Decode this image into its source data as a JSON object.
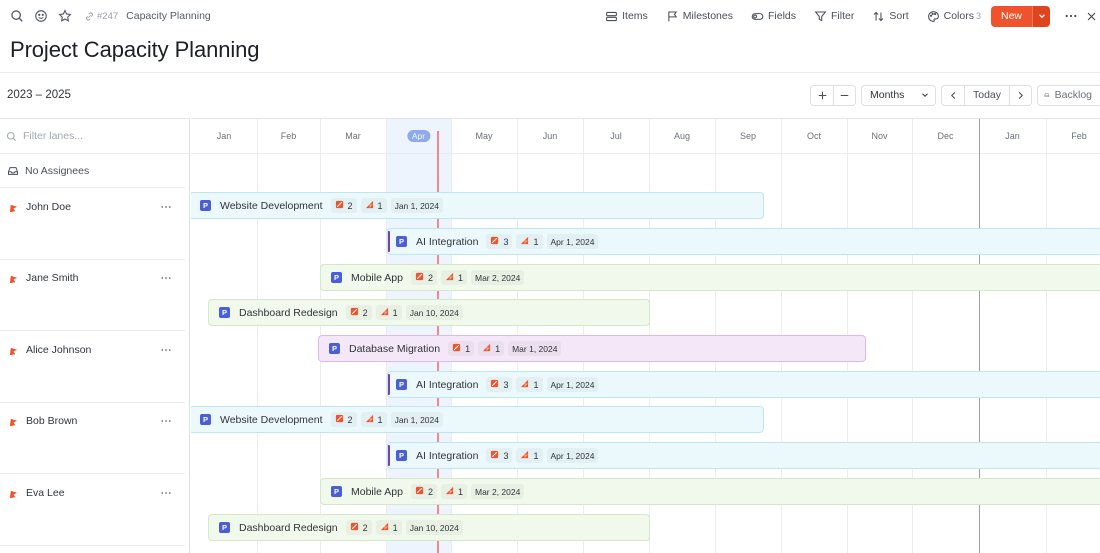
{
  "toolbar": {
    "item_id": "#247",
    "breadcrumb": "Capacity Planning",
    "items_label": "Items",
    "milestones_label": "Milestones",
    "fields_label": "Fields",
    "filter_label": "Filter",
    "sort_label": "Sort",
    "colors_label": "Colors",
    "colors_count": "3",
    "new_label": "New"
  },
  "page": {
    "title": "Project Capacity Planning"
  },
  "subbar": {
    "range": "2023 – 2025",
    "scale": "Months",
    "today_label": "Today",
    "backlog_label": "Backlog"
  },
  "lanes": {
    "filter_placeholder": "Filter lanes...",
    "no_assignees": "No Assignees",
    "people": [
      "John Doe",
      "Jane Smith",
      "Alice Johnson",
      "Bob Brown",
      "Eva Lee"
    ]
  },
  "timeline": {
    "months": [
      "Jan",
      "Feb",
      "Mar",
      "Apr",
      "May",
      "Jun",
      "Jul",
      "Aug",
      "Sep",
      "Oct",
      "Nov",
      "Dec",
      "Jan",
      "Feb"
    ],
    "current_month_index": 3
  },
  "bars": [
    {
      "name": "Website Development",
      "badge": "P",
      "count_a": "2",
      "count_b": "1",
      "date": "Jan 1, 2024",
      "color": "cyan"
    },
    {
      "name": "AI Integration",
      "badge": "P",
      "count_a": "3",
      "count_b": "1",
      "date": "Apr 1, 2024",
      "color": "cyan"
    },
    {
      "name": "Mobile App",
      "badge": "P",
      "count_a": "2",
      "count_b": "1",
      "date": "Mar 2, 2024",
      "color": "green"
    },
    {
      "name": "Dashboard Redesign",
      "badge": "P",
      "count_a": "2",
      "count_b": "1",
      "date": "Jan 10, 2024",
      "color": "green"
    },
    {
      "name": "Database Migration",
      "badge": "P",
      "count_a": "1",
      "count_b": "1",
      "date": "Mar 1, 2024",
      "color": "purple"
    },
    {
      "name": "AI Integration",
      "badge": "P",
      "count_a": "3",
      "count_b": "1",
      "date": "Apr 1, 2024",
      "color": "cyan"
    },
    {
      "name": "Website Development",
      "badge": "P",
      "count_a": "2",
      "count_b": "1",
      "date": "Jan 1, 2024",
      "color": "cyan"
    },
    {
      "name": "AI Integration",
      "badge": "P",
      "count_a": "3",
      "count_b": "1",
      "date": "Apr 1, 2024",
      "color": "cyan"
    },
    {
      "name": "Mobile App",
      "badge": "P",
      "count_a": "2",
      "count_b": "1",
      "date": "Mar 2, 2024",
      "color": "green"
    },
    {
      "name": "Dashboard Redesign",
      "badge": "P",
      "count_a": "2",
      "count_b": "1",
      "date": "Jan 10, 2024",
      "color": "green"
    }
  ],
  "colors": {
    "accent": "#f0522b",
    "brand_blue": "#2f5bd3",
    "today_line": "#f0898a"
  }
}
